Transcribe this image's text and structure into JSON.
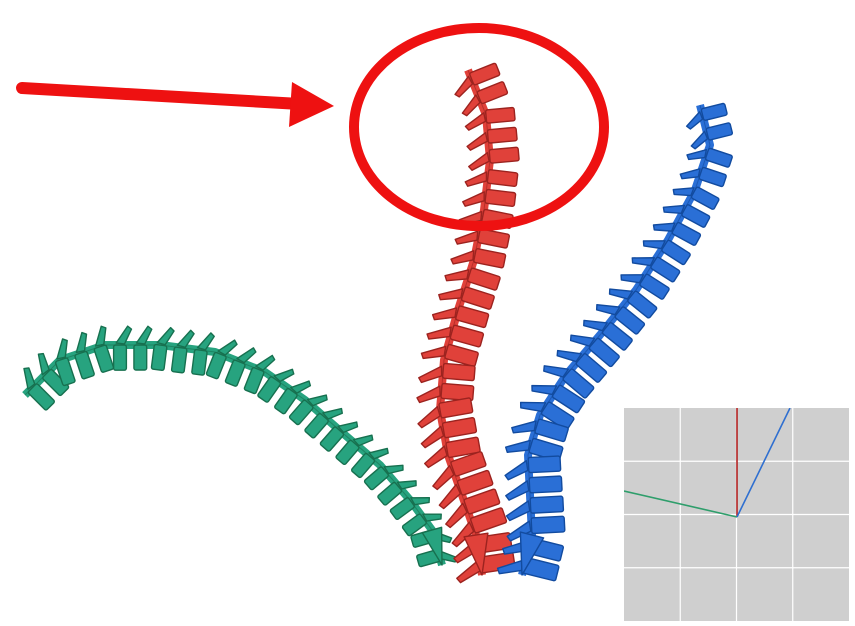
{
  "colors": {
    "background": "#ffffff",
    "annotation": "#ee1111",
    "spine_green": "#27a37f",
    "spine_green_edge": "#17704f",
    "spine_red": "#e0413a",
    "spine_red_edge": "#9c231f",
    "spine_blue": "#2a6fd6",
    "spine_blue_edge": "#124b9f",
    "axis_panel": "#cfcfcf",
    "axis_grid": "#ffffff",
    "axis_x": "#b22222",
    "axis_y": "#2e9e6b",
    "axis_z": "#2f6fd0"
  },
  "annotation": {
    "arrow": "right-arrow",
    "highlight": "circle-outline",
    "highlights_view": "red-spine-top"
  },
  "views": [
    {
      "name": "green-view",
      "color_key": "spine_green",
      "vertebra_count": 26
    },
    {
      "name": "red-view",
      "color_key": "spine_red",
      "vertebra_count": 26
    },
    {
      "name": "blue-view",
      "color_key": "spine_blue",
      "vertebra_count": 26
    }
  ],
  "axis_widget": {
    "grid_divisions": 4,
    "axes": [
      "x-axis-red",
      "y-axis-green",
      "z-axis-blue"
    ]
  }
}
